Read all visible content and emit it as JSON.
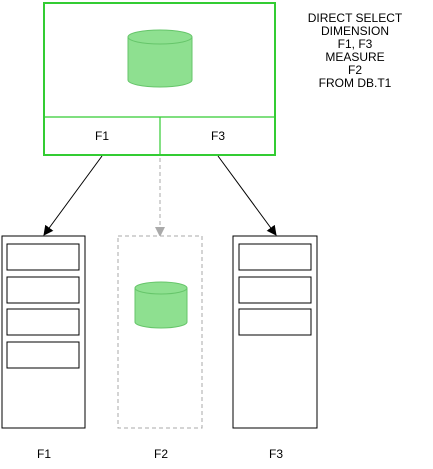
{
  "query": {
    "lines": [
      "DIRECT SELECT",
      "DIMENSION",
      "F1, F3",
      "MEASURE",
      "F2",
      "FROM DB.T1"
    ]
  },
  "source_box": {
    "cells": [
      "F1",
      "F3"
    ],
    "border_color": "#33cc33",
    "icon": "database-cylinder-icon"
  },
  "storage_captions": [
    "F1",
    "F2",
    "F3"
  ],
  "colors": {
    "db_fill": "#8ee090",
    "db_stroke": "#66c56a",
    "dashed_gray": "#aaaaaa",
    "outline": "#000000"
  }
}
